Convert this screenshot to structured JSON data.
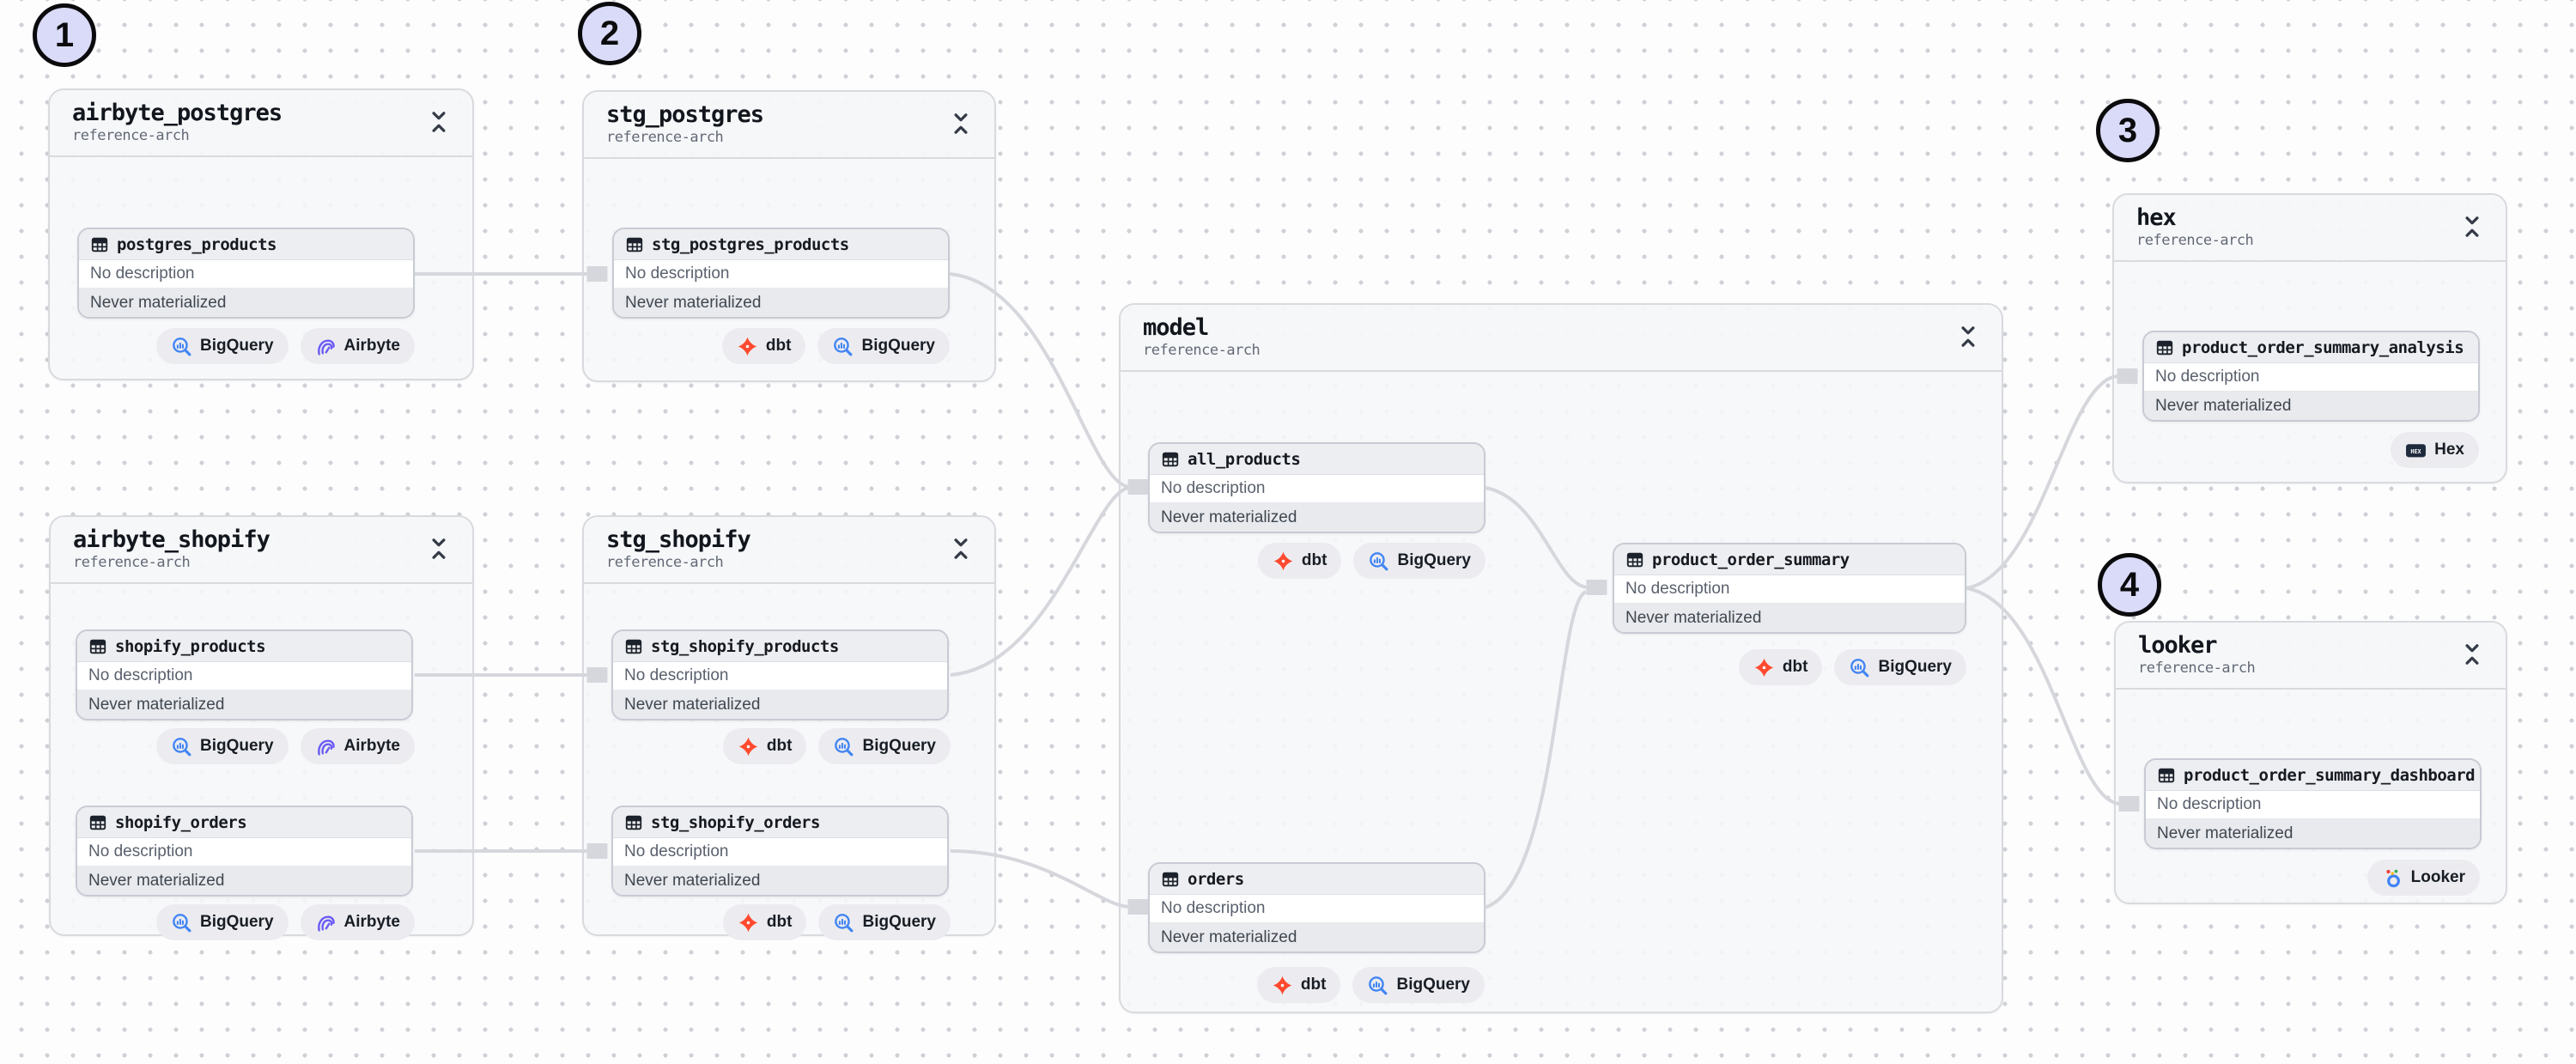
{
  "markers": [
    "1",
    "2",
    "3",
    "4"
  ],
  "groups": {
    "airbyte_postgres": {
      "title": "airbyte_postgres",
      "subtitle": "reference-arch"
    },
    "stg_postgres": {
      "title": "stg_postgres",
      "subtitle": "reference-arch"
    },
    "airbyte_shopify": {
      "title": "airbyte_shopify",
      "subtitle": "reference-arch"
    },
    "stg_shopify": {
      "title": "stg_shopify",
      "subtitle": "reference-arch"
    },
    "model": {
      "title": "model",
      "subtitle": "reference-arch"
    },
    "hex": {
      "title": "hex",
      "subtitle": "reference-arch"
    },
    "looker": {
      "title": "looker",
      "subtitle": "reference-arch"
    }
  },
  "nodes": {
    "postgres_products": {
      "name": "postgres_products",
      "description": "No description",
      "status": "Never materialized",
      "badges": [
        "BigQuery",
        "Airbyte"
      ]
    },
    "stg_postgres_products": {
      "name": "stg_postgres_products",
      "description": "No description",
      "status": "Never materialized",
      "badges": [
        "dbt",
        "BigQuery"
      ]
    },
    "shopify_products": {
      "name": "shopify_products",
      "description": "No description",
      "status": "Never materialized",
      "badges": [
        "BigQuery",
        "Airbyte"
      ]
    },
    "shopify_orders": {
      "name": "shopify_orders",
      "description": "No description",
      "status": "Never materialized",
      "badges": [
        "BigQuery",
        "Airbyte"
      ]
    },
    "stg_shopify_products": {
      "name": "stg_shopify_products",
      "description": "No description",
      "status": "Never materialized",
      "badges": [
        "dbt",
        "BigQuery"
      ]
    },
    "stg_shopify_orders": {
      "name": "stg_shopify_orders",
      "description": "No description",
      "status": "Never materialized",
      "badges": [
        "dbt",
        "BigQuery"
      ]
    },
    "all_products": {
      "name": "all_products",
      "description": "No description",
      "status": "Never materialized",
      "badges": [
        "dbt",
        "BigQuery"
      ]
    },
    "orders": {
      "name": "orders",
      "description": "No description",
      "status": "Never materialized",
      "badges": [
        "dbt",
        "BigQuery"
      ]
    },
    "product_order_summary": {
      "name": "product_order_summary",
      "description": "No description",
      "status": "Never materialized",
      "badges": [
        "dbt",
        "BigQuery"
      ]
    },
    "product_order_summary_analysis": {
      "name": "product_order_summary_analysis",
      "description": "No description",
      "status": "Never materialized",
      "badges": [
        "Hex"
      ]
    },
    "product_order_summary_dashboard": {
      "name": "product_order_summary_dashboard",
      "description": "No description",
      "status": "Never materialized",
      "badges": [
        "Looker"
      ]
    }
  },
  "colors": {
    "dbt_orange": "#FF4A2F",
    "bigquery_blue": "#4285F4",
    "airbyte_purple": "#6A5AF5",
    "hex_navy": "#1F2A3D",
    "looker_blue": "#4285F4",
    "looker_red": "#EA4335",
    "looker_yellow": "#FBBC05",
    "looker_green": "#34A853",
    "annotation_fill": "#D9DBF8",
    "edge_gray": "#D6D7DC"
  }
}
